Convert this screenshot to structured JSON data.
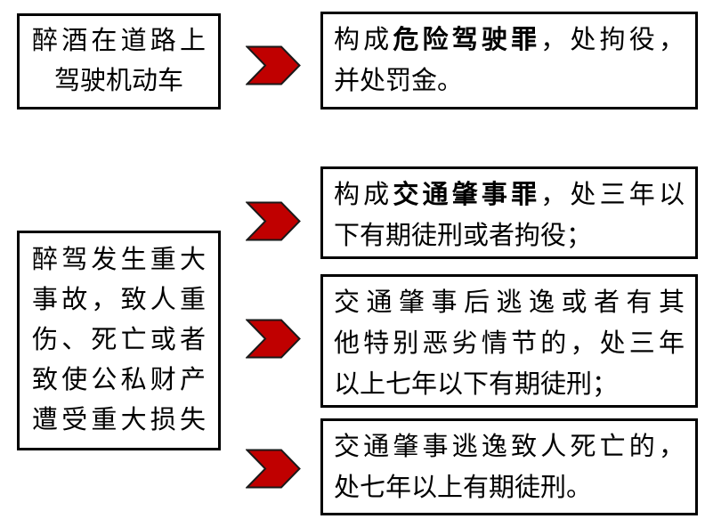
{
  "colors": {
    "arrow_fill": "#C00000",
    "arrow_stroke": "#1a1a1a",
    "box_border": "#000000",
    "text": "#000000",
    "background": "#FFFFFF"
  },
  "flow1": {
    "cause": {
      "lines": [
        "醉酒在道路上",
        "驾驶机动车"
      ]
    },
    "result": {
      "line1_pre": "构成",
      "line1_crime": "危险驾驶罪",
      "line1_post": "，处拘役，",
      "line2": "并处罚金。"
    }
  },
  "flow2": {
    "cause": {
      "lines": [
        "醉驾发生重大",
        "事故，致人重",
        "伤、死亡或者",
        "致使公私财产",
        "遭受重大损失"
      ]
    },
    "results": [
      {
        "line1_pre": "构成",
        "line1_crime": "交通肇事罪",
        "line1_post": "，处三年以",
        "line2": "下有期徒刑或者拘役；"
      },
      {
        "line1": "交通肇事后逃逸或者有其",
        "line2": "他特别恶劣情节的，处三年",
        "line3": "以上七年以下有期徒刑；"
      },
      {
        "line1": "交通肇事逃逸致人死亡的，",
        "line2": "处七年以上有期徒刑。"
      }
    ]
  }
}
